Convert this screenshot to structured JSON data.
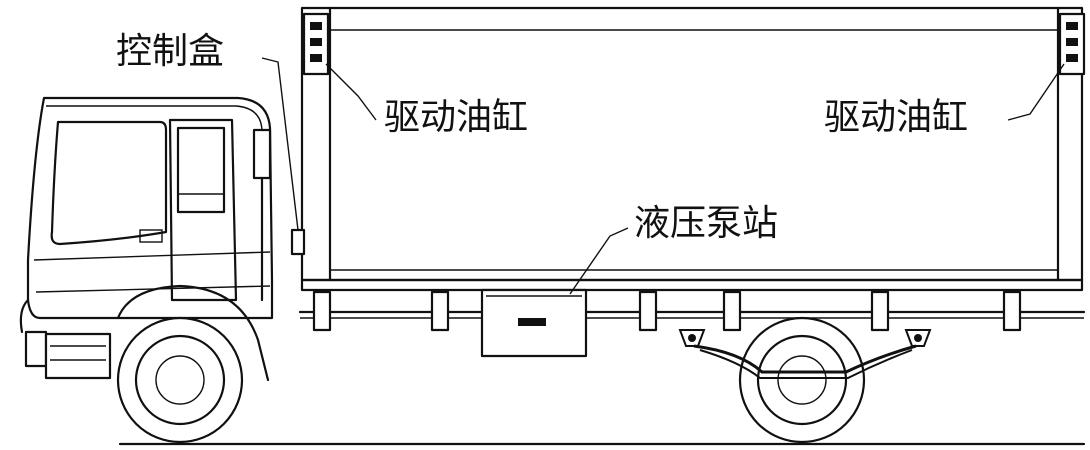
{
  "labels": {
    "control_box": "控制盒",
    "cylinder_left": "驱动油缸",
    "cylinder_right": "驱动油缸",
    "pump_station": "液压泵站"
  }
}
